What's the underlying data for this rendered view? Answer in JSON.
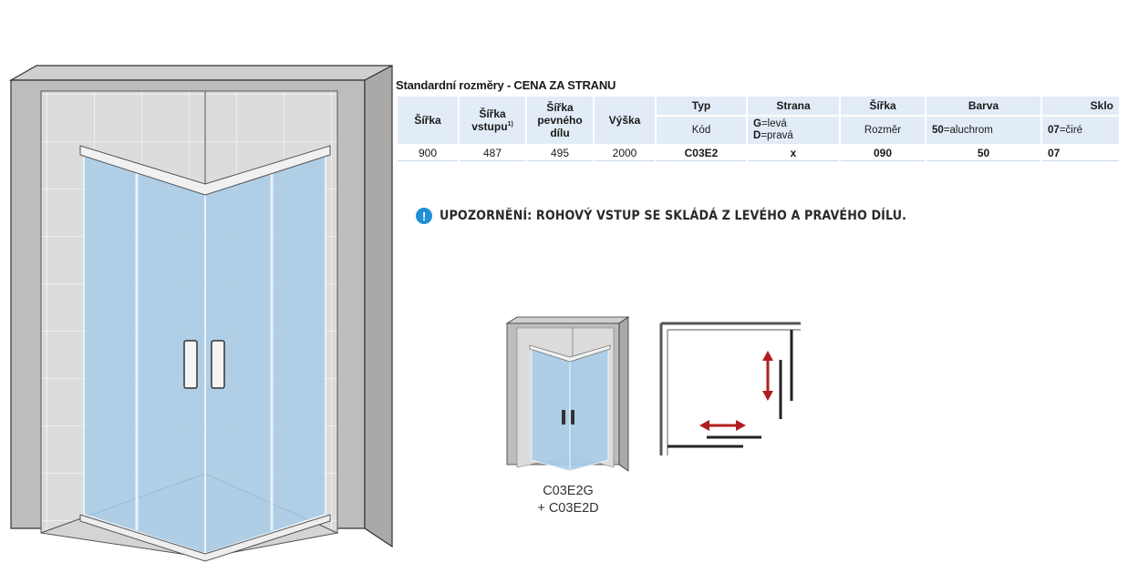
{
  "title": "Standardní rozměry - CENA ZA STRANU",
  "table": {
    "headers": {
      "sirka": "Šířka",
      "sirka_vstupu": "Šířka vstupu",
      "sirka_vstupu_sup": "1)",
      "sirka_pevneho": "Šířka pevného dílu",
      "vyska": "Výška",
      "typ": "Typ",
      "strana": "Strana",
      "sirka2": "Šířka",
      "barva": "Barva",
      "sklo": "Sklo"
    },
    "subheaders": {
      "kod": "Kód",
      "strana_g_code": "G",
      "strana_g_text": "=levá",
      "strana_d_code": "D",
      "strana_d_text": "=pravá",
      "rozmer": "Rozměr",
      "barva_code": "50",
      "barva_text": "=aluchrom",
      "sklo_code": "07",
      "sklo_text": "=čiré"
    },
    "row": {
      "sirka": "900",
      "sirka_vstupu": "487",
      "sirka_pevneho": "495",
      "vyska": "2000",
      "kod": "C03E2",
      "strana": "x",
      "rozmer": "090",
      "barva": "50",
      "sklo": "07"
    }
  },
  "notice": {
    "icon": "info-exclamation-icon",
    "text": "UPOZORNĚNÍ:  ROHOVÝ VSTUP SE SKLÁDÁ Z LEVÉHO A PRAVÉHO DÍLU."
  },
  "caption": {
    "line1": "C03E2G",
    "line2": "+ C03E2D"
  },
  "colors": {
    "header_bg": "#e2ecf7",
    "info_blue": "#1f8fd6",
    "glass": "#a9cde8",
    "arrow_red": "#b31d1d"
  }
}
